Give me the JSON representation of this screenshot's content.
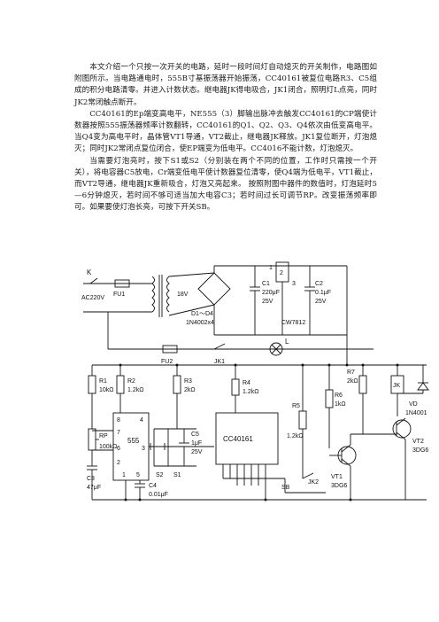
{
  "article": {
    "paragraphs": [
      "本文介绍一个只按一次开关的电路，延时一段时间灯自动熄灭的开关制作，电路图如附图所示。当电路通电时，555B寸基振荡器开始振荡，CC40161被复位电路R3、C5组成的积分电路清零。并进入计数状态。继电器JK得电吸合，JK1闭合，照明灯L点亮，同时JK2常闭触点断开。",
      "CC40161的Ep端变高电平，NE555（3）脚输出脉冲去触发CC40161的CP端使计数器按照555振荡器频率计数翻转，CC40161的Q1、Q2、Q3、Q4依次由低变高电平。当Q4变为高电平时，晶体管VT1导通，VT2截止，继电器JK释放。JK1复位断开，灯泡熄灭；同时JK2常闭点复位闭合，使EP端变为低电平。CC4016不能计数，灯泡熄灭。",
      "当需要灯泡亮时，按下S1或S2（分别装在两个不同的位置，工作时只需按一个开关），将电容器C5放电，Cr端变低电平使计数器复位清零，使Q4端为低电平，VT1截止，而VT2导通，继电器JK重新吸合，灯泡又亮起来。 按照附图中器件的数值时，灯泡延时5—6分钟熄灭，若时间不够可适当加大电容C3；若时间过长可调节RP。改变振荡频率即可。如果要使灯泡长亮，可按下开关SB。"
    ]
  },
  "schematic": {
    "labels": {
      "k": "K",
      "ac": "AC220V",
      "fu1": "FU1",
      "v18": "18V",
      "d": "D1～D4",
      "diode": "1N4002x4",
      "c1": "C1",
      "c1v": "220μF",
      "c1u": "25V",
      "reg1": "1",
      "reg2": "2",
      "reg3": "3",
      "cw": "CW7812",
      "c2": "C2",
      "c2v": "0.1μF",
      "c2u": "25V",
      "fu2": "FU2",
      "jk1": "JK1",
      "lamp": "L",
      "r1": "R1",
      "r1v": "10kΩ",
      "r2": "R2",
      "r2v": "1.2kΩ",
      "r3": "R3",
      "r3v": "2kΩ",
      "r4": "R4",
      "r4v": "1.2kΩ",
      "r5": "R5",
      "r5v": "1.2kΩ",
      "r6": "R6",
      "r6v": "1kΩ",
      "r7": "R7",
      "r7v": "2kΩ",
      "jk": "JK",
      "vd": "VD",
      "vdv": "1N4001",
      "rp": "RP",
      "rpv": "100kΩ",
      "ic555": "555",
      "c3": "C3",
      "c3v": "47μF",
      "c4": "C4",
      "c4v": "0.01μF",
      "c5": "C5",
      "c5v": "1μF",
      "c5u": "25V",
      "s2": "S2",
      "s1": "S1",
      "ic161": "CC40161",
      "sb": "SB",
      "jk2": "JK2",
      "vt1": "VT1",
      "vt1v": "3DG6",
      "vt2": "VT2",
      "vt2v": "3DG6",
      "p8": "8",
      "p4": "4",
      "p7": "7",
      "p6": "6",
      "p2": "2",
      "p1": "1",
      "p5": "5",
      "p3": "3"
    }
  }
}
